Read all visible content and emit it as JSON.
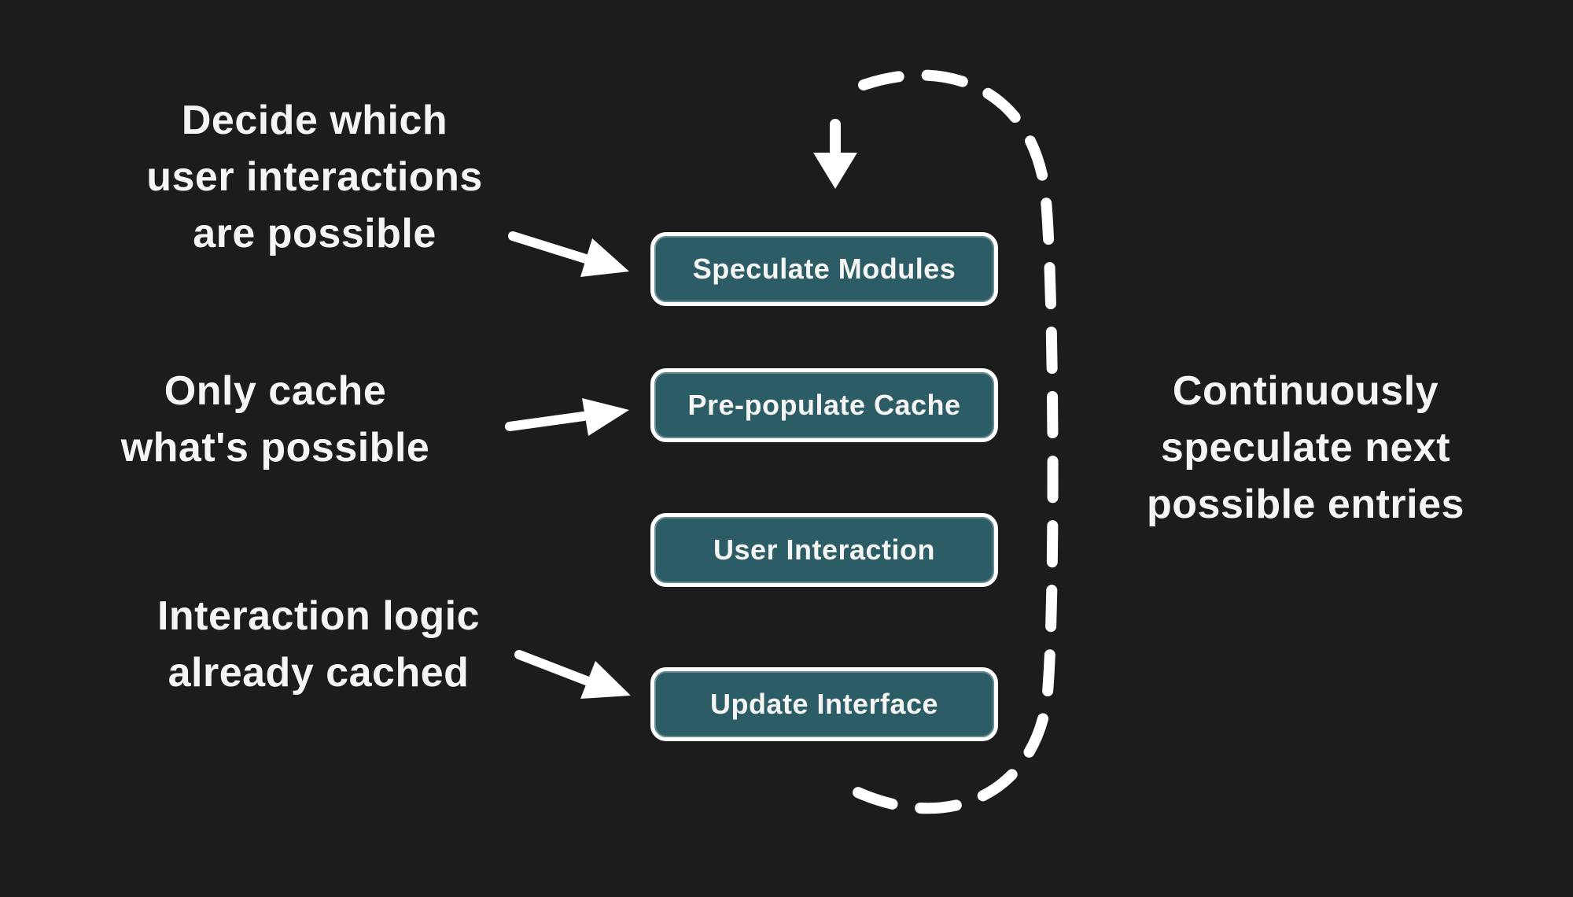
{
  "meta": {
    "bg": "#1c1c1c",
    "node_fill": "#2c5d66",
    "stroke": "#ffffff",
    "text": "#f5f5f3"
  },
  "nodes": [
    {
      "label": "Speculate Modules"
    },
    {
      "label": "Pre-populate Cache"
    },
    {
      "label": "User Interaction"
    },
    {
      "label": "Update Interface"
    }
  ],
  "annotations": {
    "decide": "Decide which\nuser interactions\nare possible",
    "cache": "Only cache\nwhat's possible",
    "interaction": "Interaction logic\nalready cached",
    "speculate": "Continuously\nspeculate next\npossible entries"
  },
  "icons": [
    "arrow-right-icon",
    "arrow-right-icon",
    "arrow-right-icon",
    "arrow-down-icon",
    "dashed-loop-connector"
  ]
}
